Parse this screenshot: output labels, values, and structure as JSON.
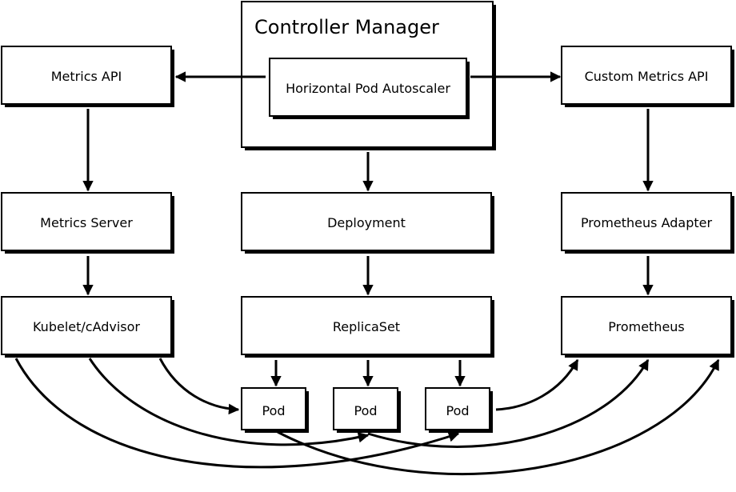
{
  "diagram": {
    "controller_manager": "Controller Manager",
    "hpa": "Horizontal Pod Autoscaler",
    "metrics_api": "Metrics API",
    "custom_metrics_api": "Custom Metrics API",
    "metrics_server": "Metrics Server",
    "deployment": "Deployment",
    "prometheus_adapter": "Prometheus Adapter",
    "kubelet": "Kubelet/cAdvisor",
    "replicaset": "ReplicaSet",
    "prometheus": "Prometheus",
    "pods": [
      "Pod",
      "Pod",
      "Pod"
    ]
  },
  "colors": {
    "stroke": "#000000",
    "fill": "#ffffff"
  }
}
